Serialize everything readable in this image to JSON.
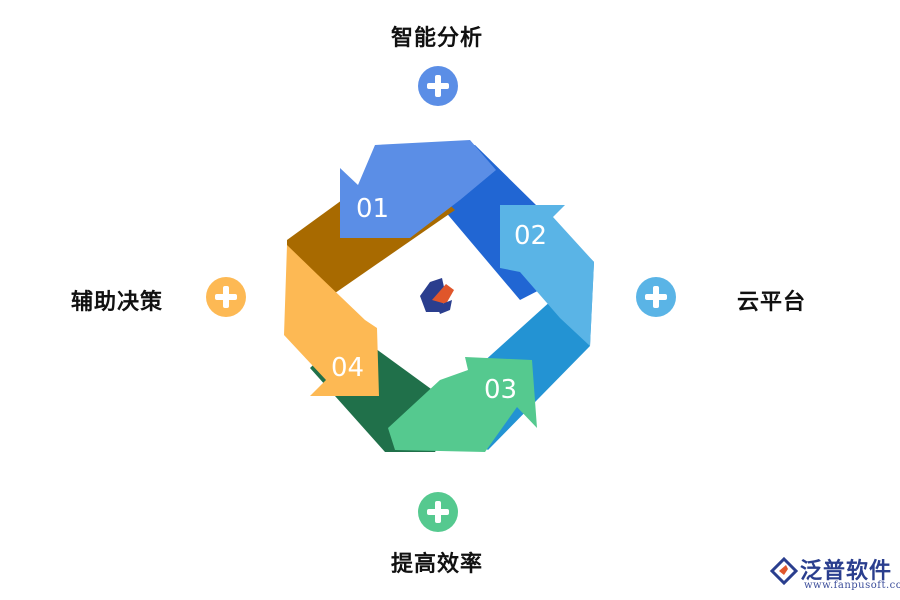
{
  "labels": {
    "top": "智能分析",
    "right": "云平台",
    "bottom": "提高效率",
    "left": "辅助决策"
  },
  "steps": [
    {
      "number": "01",
      "color": "#5b8ee6"
    },
    {
      "number": "02",
      "color": "#5ab4e6"
    },
    {
      "number": "03",
      "color": "#55c98f"
    },
    {
      "number": "04",
      "color": "#fdb954"
    }
  ],
  "colors": {
    "blue_dark": "#2166d3",
    "cyan_dark": "#2393d3",
    "green_dark": "#20704a",
    "orange_dark": "#a86a00",
    "plus_top": "#5b8ee6",
    "plus_right": "#5ab4e6",
    "plus_bottom": "#55c98f",
    "plus_left": "#fdb954"
  },
  "watermark": {
    "brand_name": "泛普软件",
    "url": "www.fanpusoft.com"
  }
}
